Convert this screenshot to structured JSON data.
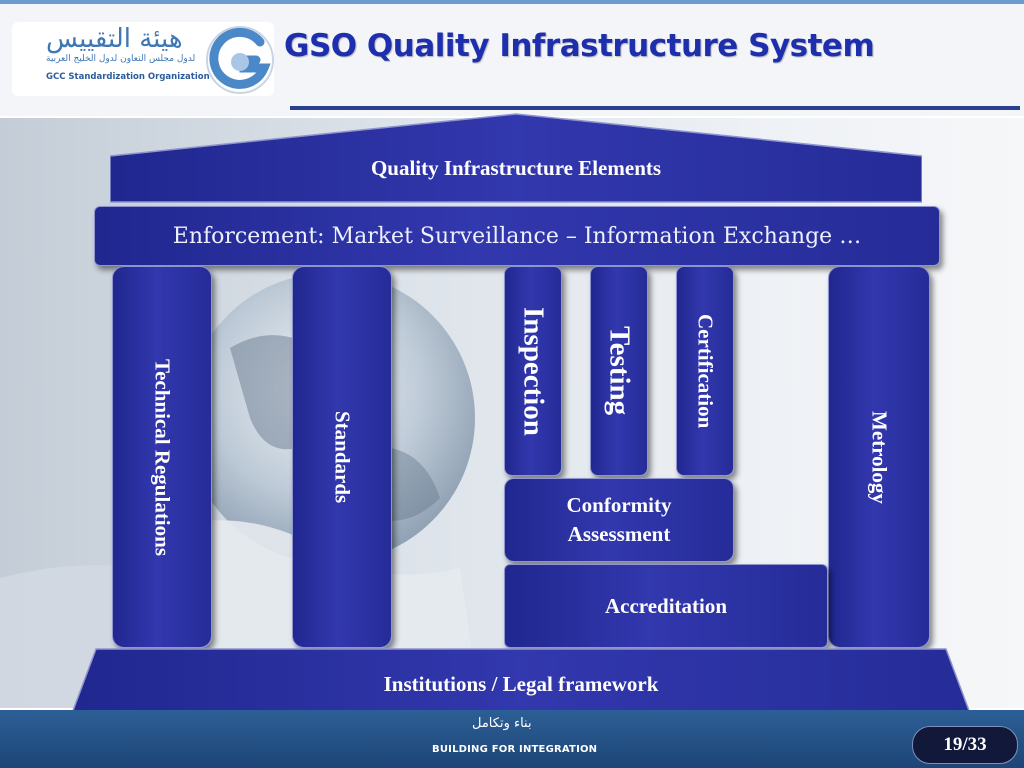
{
  "header": {
    "logo_arabic": "هيئة التقييس",
    "logo_arabic_sub": "لدول مجلس التعاون لدول الخليج العربية",
    "logo_english": "GCC Standardization Organization",
    "title": "GSO Quality Infrastructure System"
  },
  "diagram": {
    "roof": "Quality Infrastructure Elements",
    "enforcement": "Enforcement: Market Surveillance – Information Exchange …",
    "pillars": {
      "technical_regulations": "Technical Regulations",
      "standards": "Standards",
      "inspection": "Inspection",
      "testing": "Testing",
      "certification": "Certification",
      "metrology": "Metrology"
    },
    "conformity_assessment": "Conformity Assessment",
    "accreditation": "Accreditation",
    "base": "Institutions / Legal framework"
  },
  "footer": {
    "arabic": "بناء وتكامل",
    "slogan": "BUILDING FOR INTEGRATION",
    "page": "19/33"
  },
  "colors": {
    "title": "#1e2fae",
    "block": "#2a31a3",
    "footer": "#2c5f96",
    "header_rule": "#2b3f8f"
  }
}
